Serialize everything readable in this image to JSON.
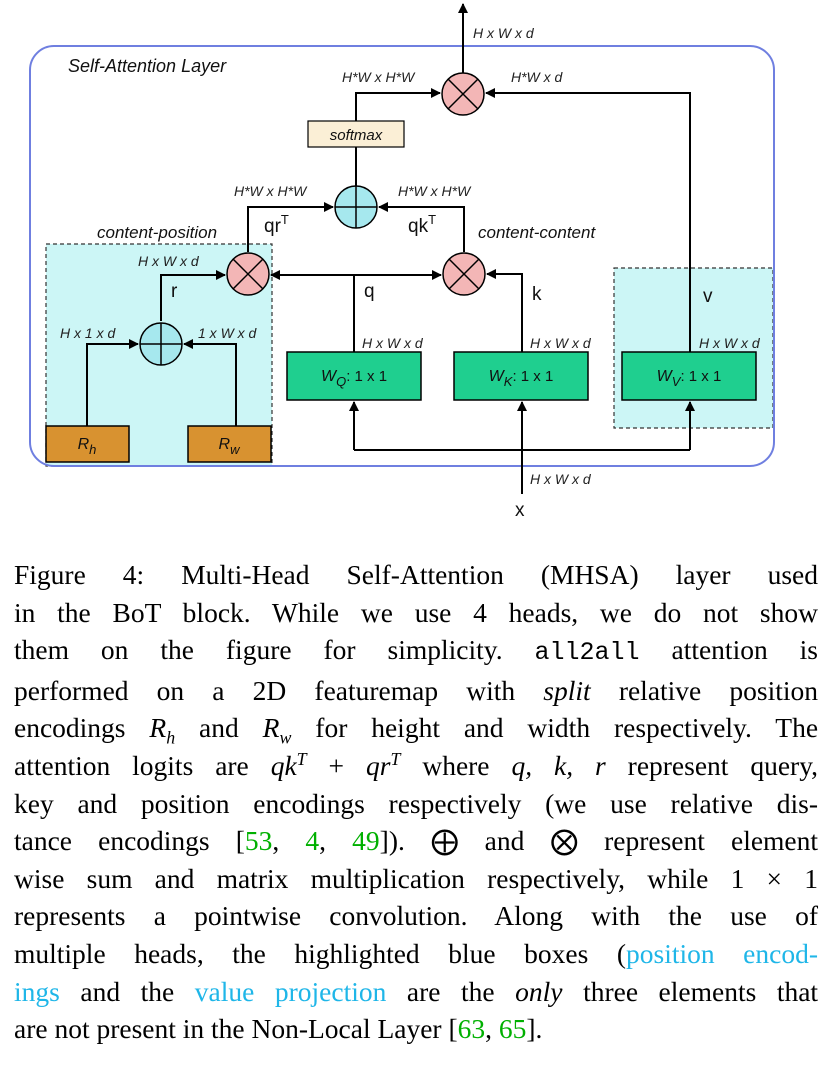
{
  "diagram": {
    "layer_title": "Self-Attention Layer",
    "softmax_label": "softmax",
    "content_position_label": "content-position",
    "content_content_label": "content-content",
    "qr_label": "qr",
    "qk_label": "qk",
    "sup_T": "T",
    "q_label": "q",
    "k_label": "k",
    "v_label": "v",
    "r_label": "r",
    "x_label": "x",
    "wq_main": "W",
    "wq_sub": "Q",
    "wk_main": "W",
    "wk_sub": "K",
    "wv_main": "W",
    "wv_sub": "V",
    "conv_suffix": ": 1 x 1",
    "rh_main": "R",
    "rh_sub": "h",
    "rw_main": "R",
    "rw_sub": "w",
    "dims": {
      "out_top": "H x W x d",
      "softmax_to_mult": "H*W x H*W",
      "v_to_mult": "H*W x d",
      "qr_in": "H*W x H*W",
      "qk_in": "H*W x H*W",
      "r_in": "H x W x d",
      "rh_in": "H x 1 x d",
      "rw_in": "1 x W x d",
      "q_proj": "H x W x d",
      "k_proj": "H x W x d",
      "v_proj": "H x W x d",
      "x_in": "H x W x d"
    },
    "colors": {
      "frame": "#6f7fe0",
      "highlight_fill": "#ccf6f6",
      "conv_fill": "#1fcf8f",
      "pos_fill": "#d89230",
      "mult_fill": "#f3b6b6",
      "sum_fill": "#a6e8ee",
      "softmax_fill": "#fbefd6"
    }
  },
  "caption": {
    "l1": "Figure 4: Multi-Head Self-Attention (MHSA) layer used",
    "l2": "in the BoT block. While we use 4 heads, we do not show",
    "l3a": "them on the figure for simplicity.",
    "l3mono": "all2all",
    "l3b": "attention is",
    "l4a": "performed on a 2D featuremap with",
    "l4it": "split",
    "l4b": "relative position",
    "l5a": "encodings",
    "l5Rh": "R",
    "l5h": "h",
    "l5and": "and",
    "l5Rw": "R",
    "l5w": "w",
    "l5b": "for height and width respectively. The",
    "l6a": "attention logits are",
    "l6m1": "qk",
    "l6T1": "T",
    "l6plus": "+",
    "l6m2": "qr",
    "l6T2": "T",
    "l6b": "where",
    "l6m3": "q, k, r",
    "l6c": "represent query,",
    "l7": "key and position encodings respectively (we use relative dis-",
    "l8a": "tance encodings [",
    "l8c1": "53",
    "l8c2": "4",
    "l8c3": "49",
    "l8b": "]).",
    "l8oplus": "⨁",
    "l8and": "and",
    "l8otimes": "⨂",
    "l8c": "represent element",
    "l9a": "wise sum and matrix multiplication respectively, while",
    "l9m": "1 × 1",
    "l10": "represents a pointwise convolution. Along with the use of",
    "l11a": "multiple heads, the highlighted blue boxes (",
    "l11hl": "position encod-",
    "l12hl1": "ings",
    "l12a": "and the",
    "l12hl2": "value projection",
    "l12b": "are the",
    "l12it": "only",
    "l12c": "three elements that",
    "l13a": "are not present in the Non-Local Layer [",
    "l13c1": "63",
    "l13c2": "65",
    "l13b": "]."
  }
}
